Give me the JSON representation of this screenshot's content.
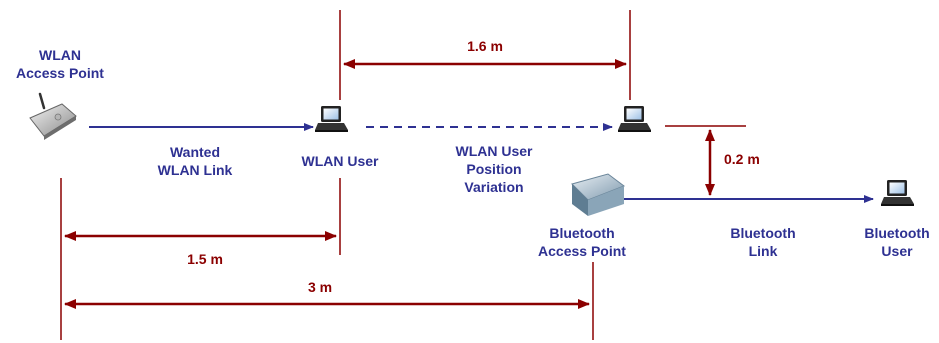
{
  "colors": {
    "link": "#2e3192",
    "dimension": "#8b0000",
    "guide": "#8b0000"
  },
  "labels": {
    "wlan_ap": [
      "WLAN",
      "Access Point"
    ],
    "wanted_link": [
      "Wanted",
      "WLAN Link"
    ],
    "wlan_user": "WLAN User",
    "position_variation": [
      "WLAN User",
      "Position",
      "Variation"
    ],
    "bt_ap": [
      "Bluetooth",
      "Access Point"
    ],
    "bt_link": [
      "Bluetooth",
      "Link"
    ],
    "bt_user": [
      "Bluetooth",
      "User"
    ]
  },
  "dimensions": {
    "position_variation": "1.6 m",
    "ap_to_user": "1.5 m",
    "ap_to_bt": "3 m",
    "bt_offset": "0.2 m"
  },
  "icons": {
    "wlan_ap": "wireless-access-point-icon",
    "wlan_user": "laptop-icon",
    "wlan_user_moved": "laptop-icon",
    "bt_ap": "bluetooth-access-point-icon",
    "bt_user": "laptop-icon"
  }
}
